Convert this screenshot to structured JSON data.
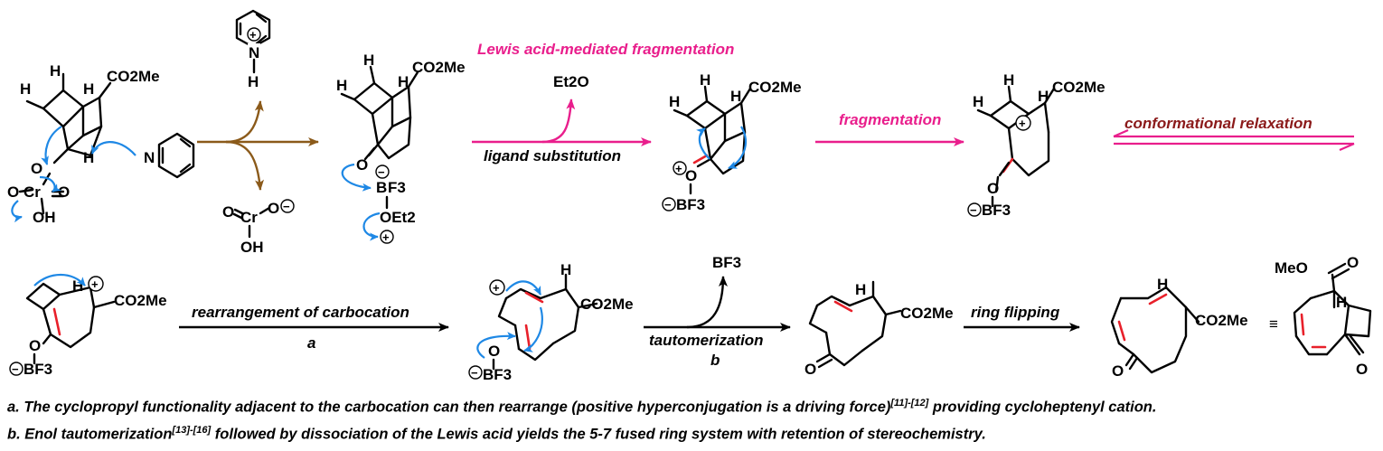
{
  "colors": {
    "pink": "#e91e8c",
    "brown": "#8b5a1a",
    "darkred": "#8b1a1a",
    "blue": "#1e88e5",
    "red": "#e8202a"
  },
  "labels": {
    "H": "H",
    "co2me": "CO2Me",
    "meo": "MeO",
    "o": "O",
    "n": "N",
    "cr": "Cr",
    "oh": "OH",
    "b": "B",
    "f3": "F3",
    "et2o": "Et2O",
    "oet2": "OEt2",
    "bf3": "BF3",
    "equiv": "≡"
  },
  "conditions": {
    "lewis": "Lewis acid-mediated fragmentation",
    "ligand": "ligand substitution",
    "fragmentation": "fragmentation",
    "conformational": "conformational relaxation",
    "rearrangement": "rearrangement of carbocation",
    "a": "a",
    "tautomerization": "tautomerization",
    "b": "b",
    "ring_flipping": "ring flipping"
  },
  "notes": {
    "a_pre": "a.  The cyclopropyl functionality adjacent to the carbocation can then rearrange (positive hyperconjugation is a driving force)",
    "a_ref": "[11]-[12]",
    "a_post": " providing cycloheptenyl cation.",
    "b_pre": "b. Enol tautomerization",
    "b_ref": "[13]-[16]",
    "b_post": " followed by dissociation of the Lewis acid yields the 5-7 fused ring system with retention of stereochemistry."
  }
}
